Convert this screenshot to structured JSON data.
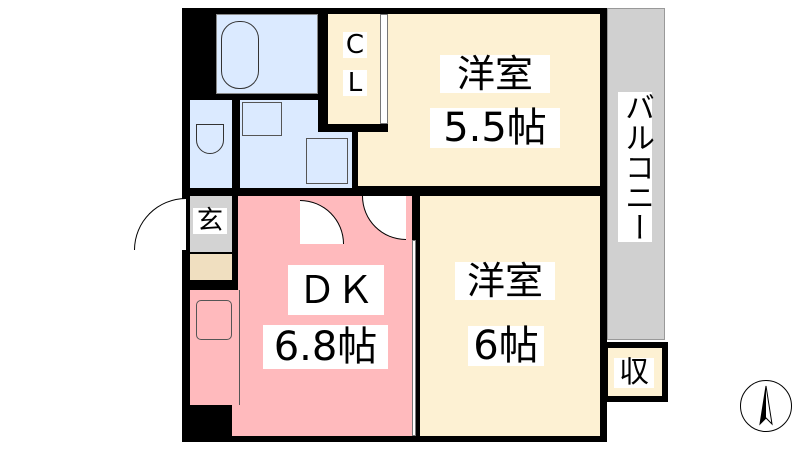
{
  "colors": {
    "western": "#fdf1d3",
    "dk": "#ffbabd",
    "wet": "#dbeaff",
    "balcony": "#d0d0d0",
    "genkan": "#d3d3d3",
    "shoebox": "#f0dfc0"
  },
  "rooms": {
    "closet": {
      "line1": "C",
      "line2": "L"
    },
    "room1": {
      "name": "洋室",
      "size": "5.5帖"
    },
    "room2": {
      "name": "洋室",
      "size": "6帖"
    },
    "dk": {
      "name": "ＤＫ",
      "size": "6.8帖"
    },
    "balcony": {
      "name": "バルコニー"
    },
    "entrance": {
      "name": "玄"
    },
    "storage": {
      "name": "収"
    }
  }
}
